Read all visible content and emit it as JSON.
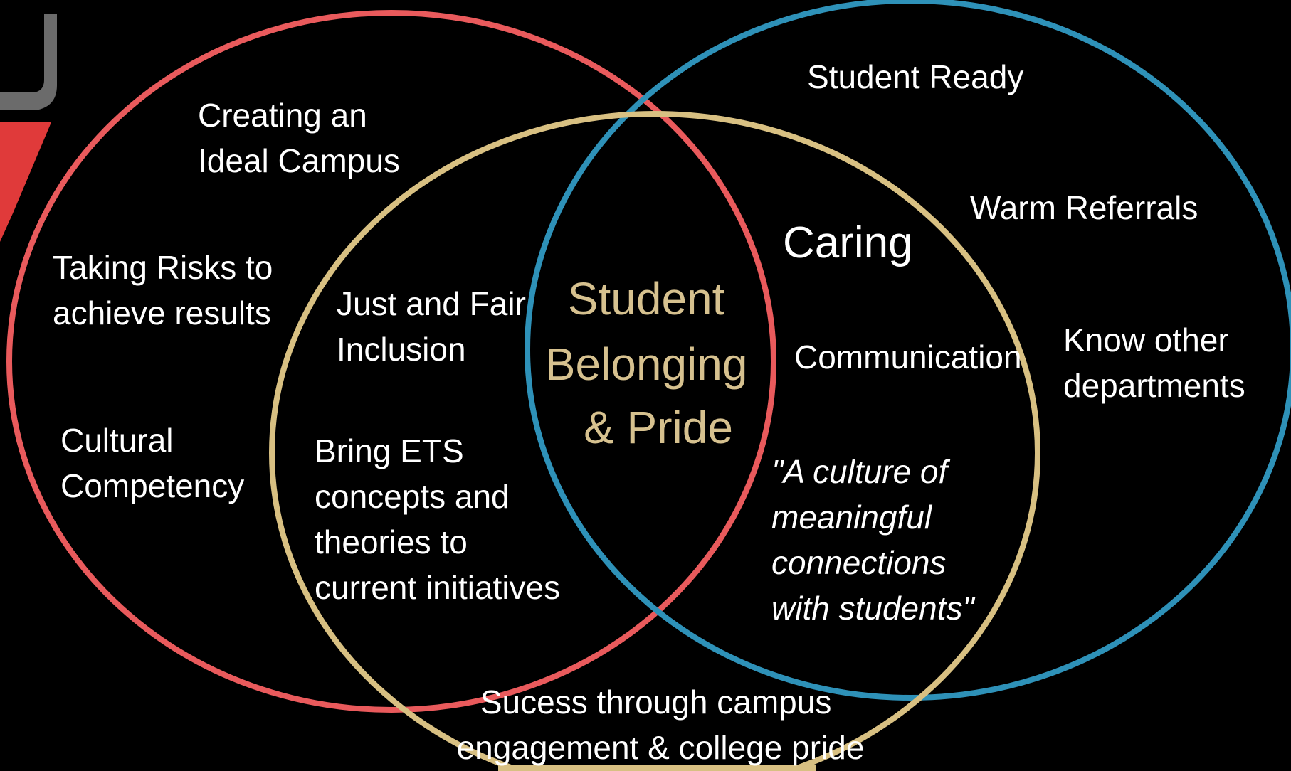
{
  "colors": {
    "background": "#000000",
    "red_circle": "#e95a5c",
    "blue_circle": "#2e91b8",
    "gold_circle": "#d8c082",
    "center_text": "#d6c18f",
    "text": "#ffffff",
    "logo_gray": "#6b6b6b",
    "logo_red": "#e03a3a"
  },
  "logo": {
    "icon": "college-logo-fragment"
  },
  "red_circle": {
    "items": [
      [
        "Creating an",
        "Ideal Campus"
      ],
      [
        "Taking Risks to",
        "achieve results"
      ],
      [
        "Cultural",
        "Competency"
      ]
    ]
  },
  "blue_circle": {
    "items": [
      [
        "Student Ready"
      ],
      [
        "Warm Referrals"
      ],
      [
        "Know other",
        "departments"
      ]
    ]
  },
  "red_gold_overlap": {
    "items": [
      [
        "Just and Fair",
        "Inclusion"
      ],
      [
        "Bring ETS",
        "concepts and",
        "theories to",
        "current initiatives"
      ]
    ]
  },
  "blue_gold_overlap": {
    "heading": "Caring",
    "items": [
      [
        "Communication"
      ]
    ],
    "quote": [
      "\"A culture of",
      "meaningful",
      "connections",
      "with students\""
    ]
  },
  "gold_circle": {
    "items": [
      [
        "Sucess through campus",
        "engagement & college pride"
      ]
    ]
  },
  "center": {
    "lines": [
      "Student",
      "Belonging",
      "& Pride"
    ]
  }
}
